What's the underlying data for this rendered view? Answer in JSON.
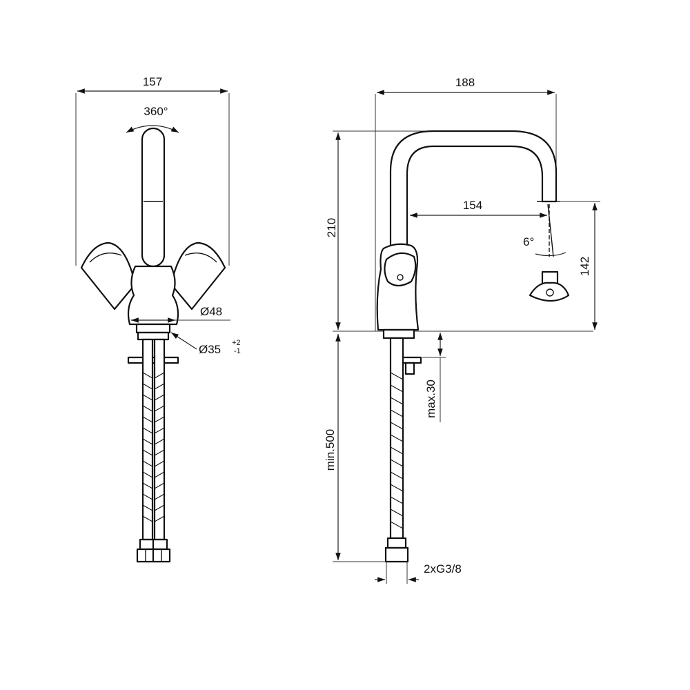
{
  "front_view": {
    "width_label": "157",
    "rotation_label": "360°",
    "body_diameter_label": "Ø48",
    "hole_diameter_label": "Ø35",
    "hole_tolerance_upper": "+2",
    "hole_tolerance_lower": "-1"
  },
  "side_view": {
    "reach_label": "188",
    "height_label": "210",
    "spout_projection_label": "154",
    "angle_label": "6°",
    "outlet_height_label": "142",
    "max_deck_label": "max.30",
    "hose_length_label": "min.500",
    "connection_label": "2xG3/8"
  },
  "colors": {
    "line": "#111111",
    "background": "#ffffff"
  }
}
